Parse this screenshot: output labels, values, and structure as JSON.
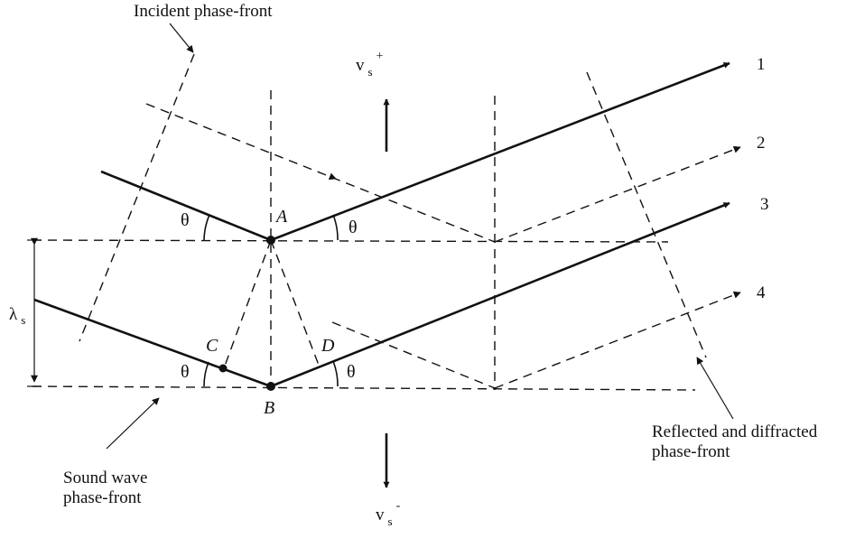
{
  "labels": {
    "incident_phase_front": "Incident phase-front",
    "sound_wave_phase_front": [
      "Sound wave",
      "phase-front"
    ],
    "reflected_diffracted_phase_front": [
      "Reflected and diffracted",
      "phase-front"
    ],
    "velocity_up": {
      "base": "v",
      "sub": "s",
      "sup": "+"
    },
    "velocity_down": {
      "base": "v",
      "sub": "s",
      "sup": "-"
    },
    "wavelength": {
      "base": "λ",
      "sub": "s"
    },
    "angle": "θ"
  },
  "points": {
    "A": "A",
    "B": "B",
    "C": "C",
    "D": "D"
  },
  "rays": {
    "r1": "1",
    "r2": "2",
    "r3": "3",
    "r4": "4"
  }
}
